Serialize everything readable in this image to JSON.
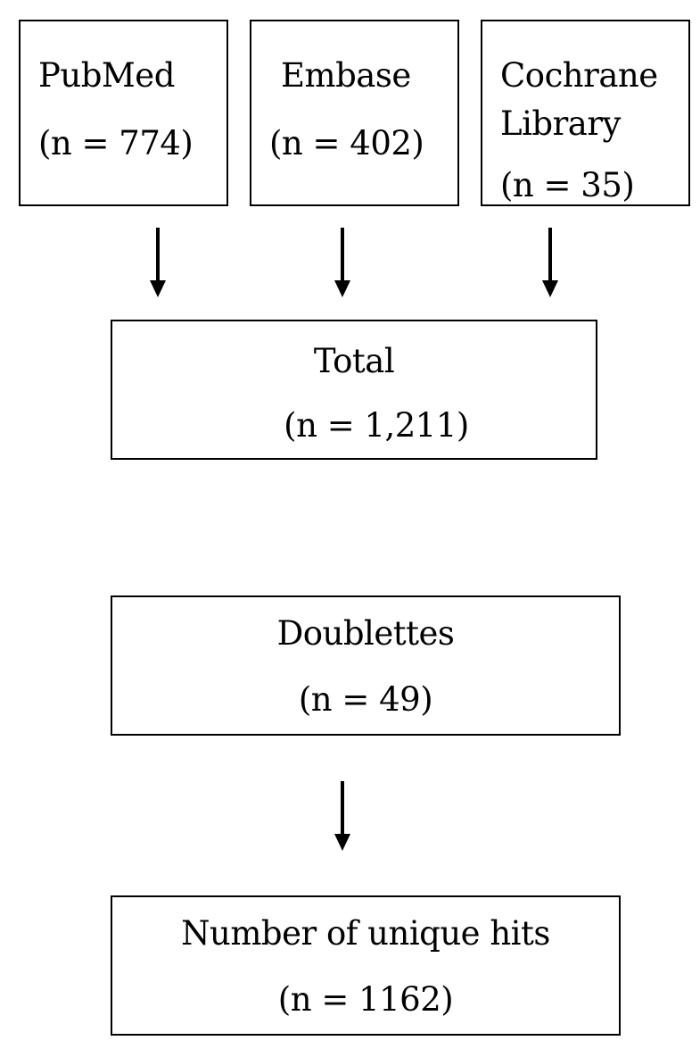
{
  "sources": [
    {
      "name": "PubMed",
      "count": "(n = 774)"
    },
    {
      "name": "Embase",
      "count": "(n = 402)"
    },
    {
      "name_line1": "Cochrane",
      "name_line2": "Library",
      "count": "(n = 35)"
    }
  ],
  "total": {
    "label": "Total",
    "count": "(n = 1,211)"
  },
  "doublettes": {
    "label": "Doublettes",
    "count": "(n = 49)"
  },
  "unique": {
    "label": "Number of unique hits",
    "count": "(n = 1162)"
  }
}
